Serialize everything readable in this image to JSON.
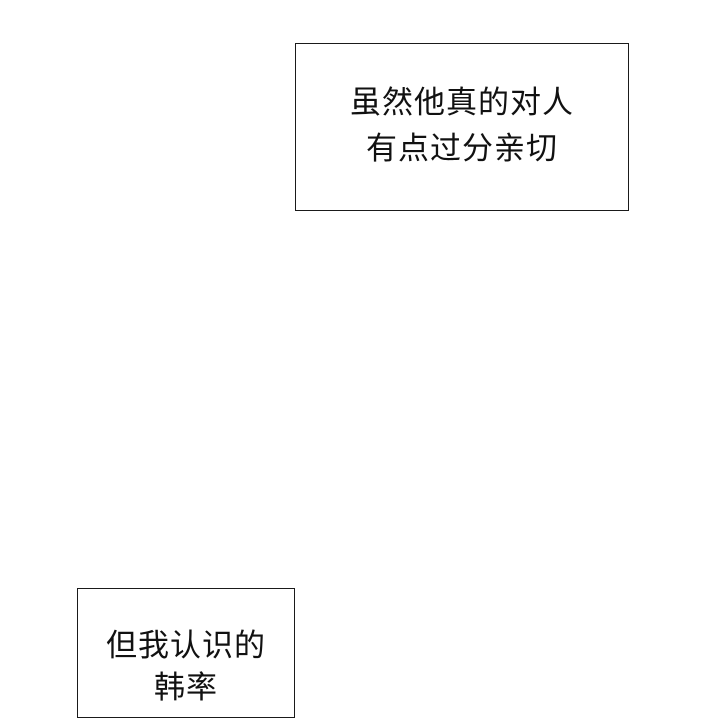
{
  "panels": {
    "top_caption": {
      "lines": [
        "虽然他真的对人",
        "有点过分亲切"
      ]
    },
    "bottom_caption": {
      "lines": [
        "但我认识的",
        "韩率"
      ]
    }
  }
}
